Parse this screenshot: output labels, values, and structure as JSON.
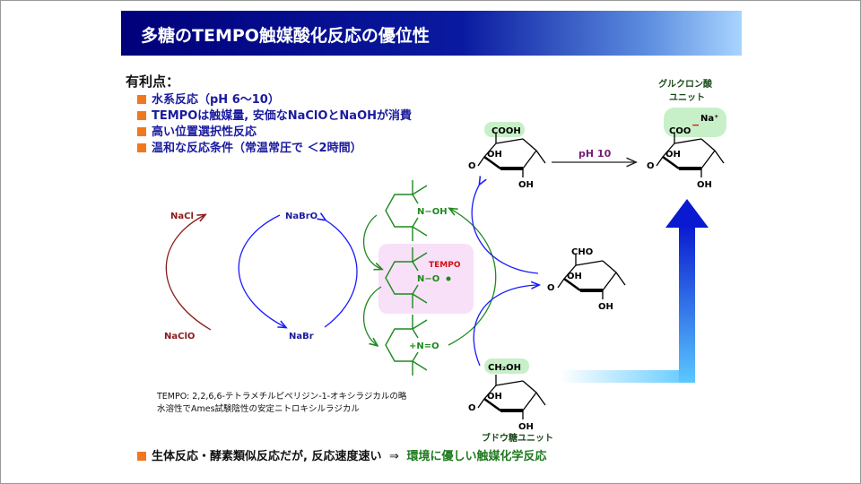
{
  "title": "多糖のTEMPO触媒酸化反応の優位性",
  "advantages": {
    "heading": "有利点：",
    "items": [
      "水系反応（pH 6〜10）",
      "TEMPOは触媒量, 安価なNaClOとNaOHが消費",
      "高い位置選択性反応",
      "温和な反応条件（常温常圧で ＜2時間）"
    ]
  },
  "cycle": {
    "nacl": "NaCl",
    "naclo": "NaClO",
    "nabro": "NaBrO",
    "nabr": "NaBr",
    "hydroxylamine": "N−OH",
    "radical": "N−O",
    "tempo_label": "TEMPO",
    "oxoammonium": "+N=O"
  },
  "sugars": {
    "carboxylic_acid": "COOH",
    "carboxylate": "COO",
    "charge": "−",
    "sodium": "Na⁺",
    "aldehyde": "CHO",
    "hydroxymethyl": "CH₂OH",
    "oh": "OH",
    "o": "O",
    "ph_label": "pH 10",
    "glucuronic_label_1": "グルクロン酸",
    "glucuronic_label_2": "ユニット",
    "glucose_label": "ブドウ糖ユニット"
  },
  "notes": [
    "TEMPO: 2,2,6,6-テトラメチルピペリジン-1-オキシラジカルの略",
    "水溶性でAmes試験陰性の安定ニトロキシルラジカル"
  ],
  "conclusion": {
    "text": "生体反応・酵素類似反応だが, 反応速度速い",
    "arrow": "⇒",
    "result": "環境に優しい触媒化学反応"
  },
  "colors": {
    "accent": "#f07820",
    "blue_text": "#1a1a9e",
    "green": "#1d7a1d",
    "red": "#8b1a1a",
    "purple": "#7a1a7a"
  }
}
